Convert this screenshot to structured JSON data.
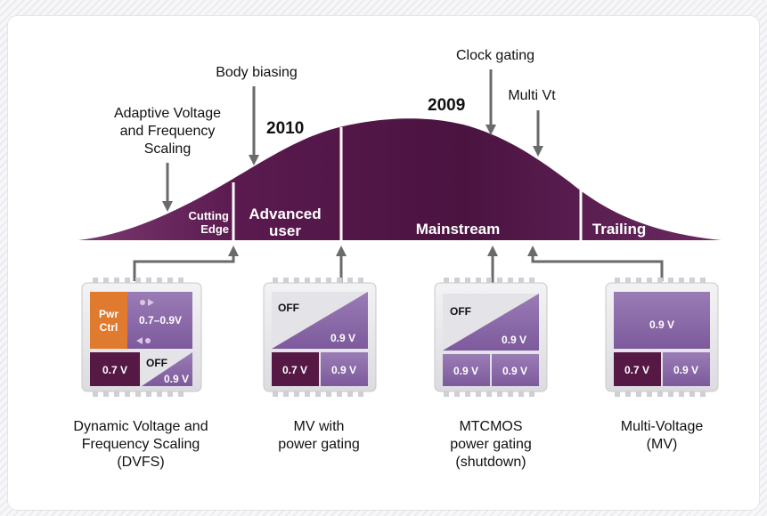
{
  "annotations": {
    "avfs": [
      "Adaptive Voltage",
      "and Frequency",
      "Scaling"
    ],
    "body_biasing": "Body biasing",
    "clock_gating": "Clock gating",
    "multi_vt": "Multi Vt"
  },
  "years": {
    "left": "2010",
    "right": "2009"
  },
  "segments": {
    "cutting_edge": [
      "Cutting",
      "Edge"
    ],
    "advanced_user": [
      "Advanced",
      "user"
    ],
    "mainstream": "Mainstream",
    "trailing": "Trailing"
  },
  "chips": {
    "dvfs": {
      "pwr_ctrl": [
        "Pwr",
        "Ctrl"
      ],
      "top_voltage": "0.7–0.9V",
      "bottom_left": "0.7 V",
      "off": "OFF",
      "bottom_right": "0.9 V",
      "caption": [
        "Dynamic Voltage and",
        "Frequency Scaling",
        "(DVFS)"
      ]
    },
    "mv_pg": {
      "off": "OFF",
      "top_voltage": "0.9 V",
      "bottom_left": "0.7 V",
      "bottom_right": "0.9 V",
      "caption": [
        "MV with",
        "power gating"
      ]
    },
    "mtcmos": {
      "off": "OFF",
      "top_voltage": "0.9 V",
      "bottom_left": "0.9 V",
      "bottom_right": "0.9 V",
      "caption": [
        "MTCMOS",
        "power gating",
        "(shutdown)"
      ]
    },
    "mv": {
      "top_voltage": "0.9 V",
      "bottom_left": "0.7 V",
      "bottom_right": "0.9 V",
      "caption": [
        "Multi-Voltage",
        "(MV)"
      ]
    }
  },
  "colors": {
    "curve_dark": "#4a1340",
    "curve_mid": "#6b2660",
    "purple": "#8d6aa9",
    "purple_light": "#b59ccb",
    "dark_cell": "#561845",
    "orange": "#e07a2e",
    "arrow": "#6a6a6a"
  }
}
